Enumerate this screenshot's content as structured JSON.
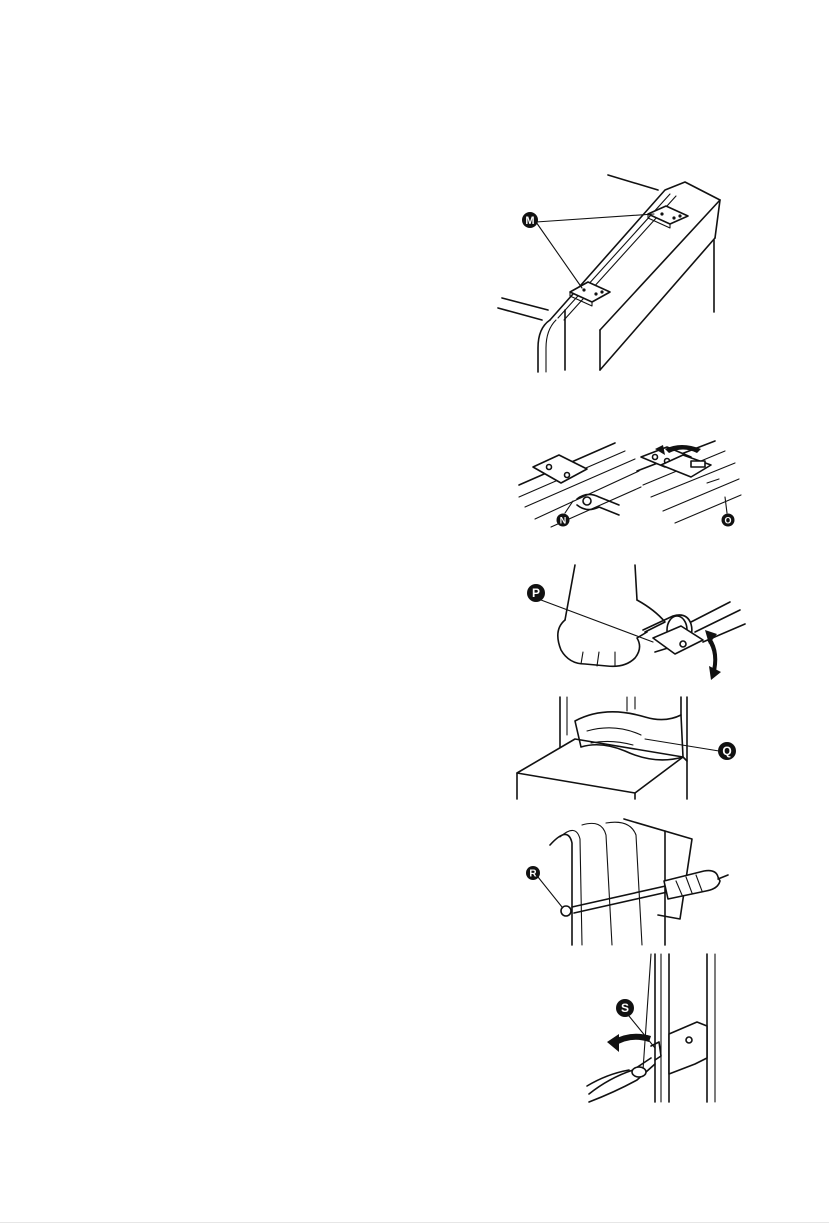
{
  "figures": {
    "fig1": {
      "callouts": [
        "M"
      ]
    },
    "fig2": {
      "callouts": [
        "N",
        "O"
      ]
    },
    "fig3": {
      "callouts": [
        "P"
      ]
    },
    "fig4": {
      "callouts": [
        "Q"
      ]
    },
    "fig5": {
      "callouts": [
        "R"
      ]
    },
    "fig6": {
      "callouts": [
        "S"
      ]
    }
  }
}
